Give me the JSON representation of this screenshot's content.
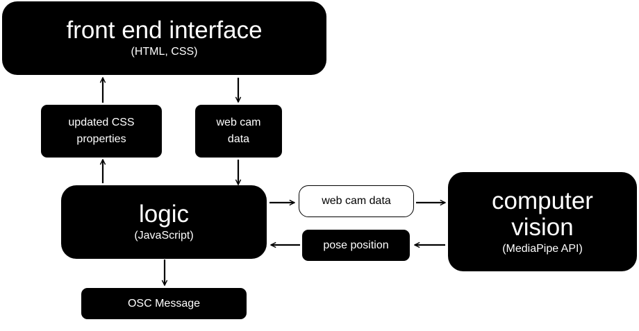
{
  "nodes": {
    "front_end": {
      "title": "front end interface",
      "subtitle": "(HTML, CSS)"
    },
    "updated_css": {
      "label": "updated CSS\nproperties"
    },
    "web_cam_data_top": {
      "label": "web cam\ndata"
    },
    "logic": {
      "title": "logic",
      "subtitle": "(JavaScript)"
    },
    "web_cam_data_mid": {
      "label": "web cam data"
    },
    "pose_position": {
      "label": "pose position"
    },
    "computer_vision": {
      "title": "computer\nvision",
      "subtitle": "(MediaPipe API)"
    },
    "osc_message": {
      "label": "OSC Message"
    }
  },
  "colors": {
    "box": "#000000",
    "text_on_box": "#ffffff",
    "arrow": "#000000"
  }
}
